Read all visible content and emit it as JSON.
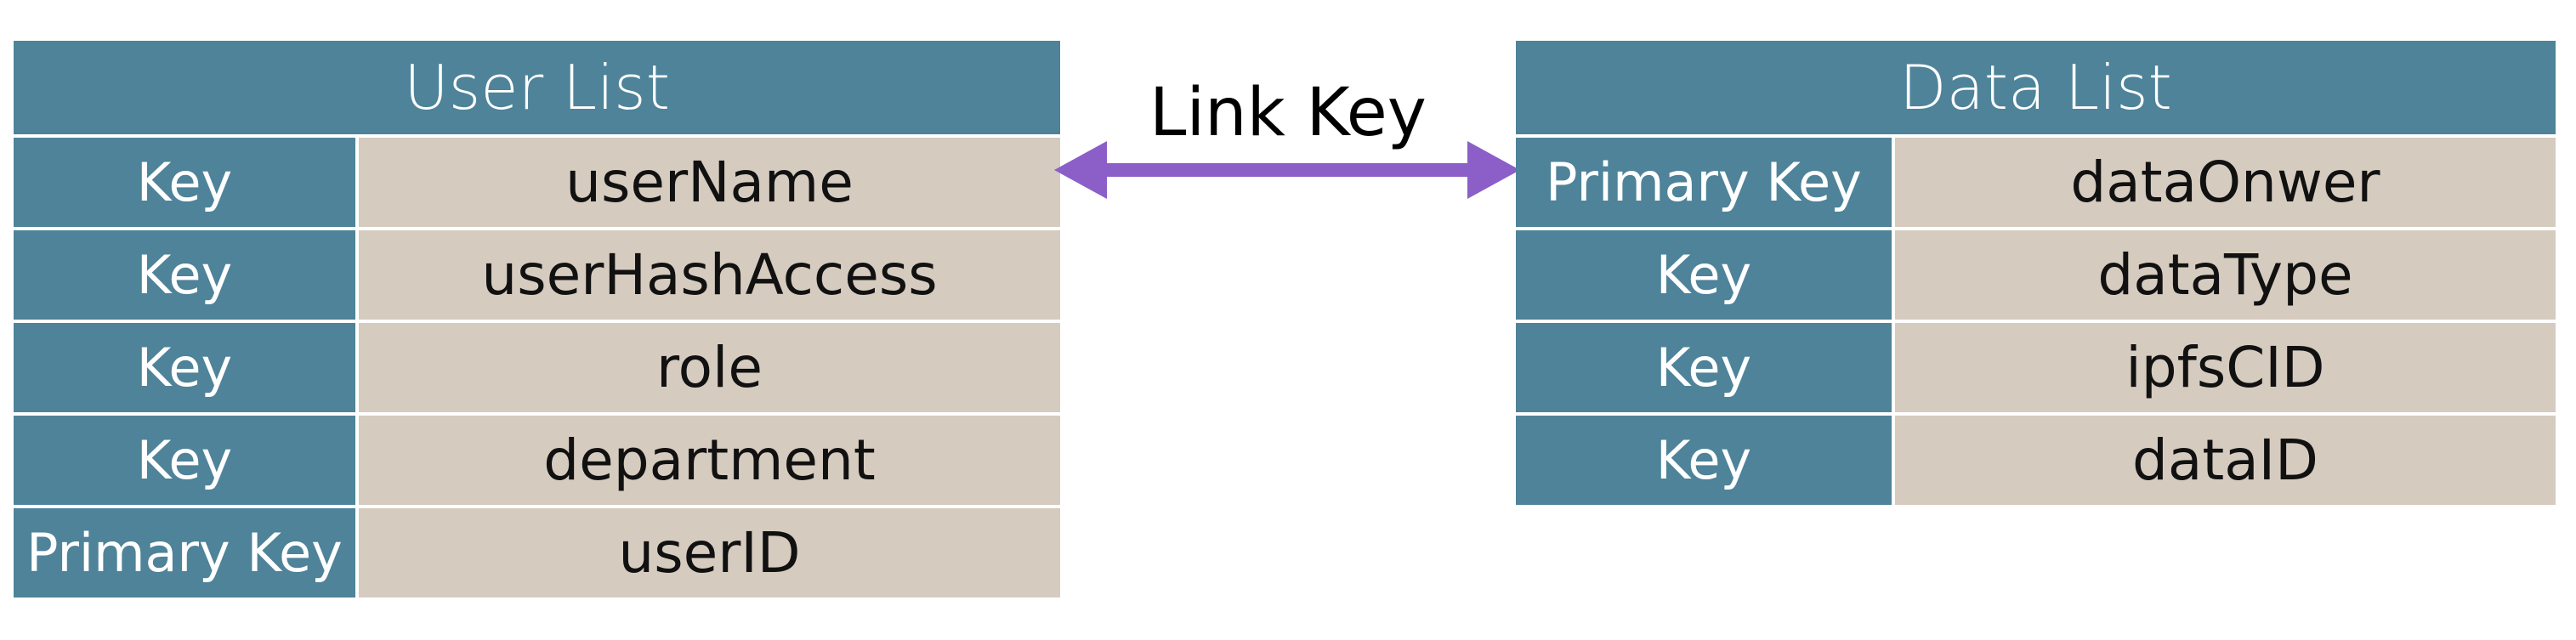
{
  "user_list": {
    "title": "User List",
    "rows": [
      {
        "key": "Key",
        "field": "userName"
      },
      {
        "key": "Key",
        "field": "userHashAccess"
      },
      {
        "key": "Key",
        "field": "role"
      },
      {
        "key": "Key",
        "field": "department"
      },
      {
        "key": "Primary Key",
        "field": "userID"
      }
    ]
  },
  "data_list": {
    "title": "Data List",
    "rows": [
      {
        "key": "Primary Key",
        "field": "dataOnwer"
      },
      {
        "key": "Key",
        "field": "dataType"
      },
      {
        "key": "Key",
        "field": "ipfsCID"
      },
      {
        "key": "Key",
        "field": "dataID"
      }
    ]
  },
  "link": {
    "label": "Link Key",
    "color": "#8b5fc7"
  },
  "colors": {
    "header_bg": "#4e8399",
    "key_bg": "#4e8399",
    "value_bg": "#d6cbbf"
  }
}
